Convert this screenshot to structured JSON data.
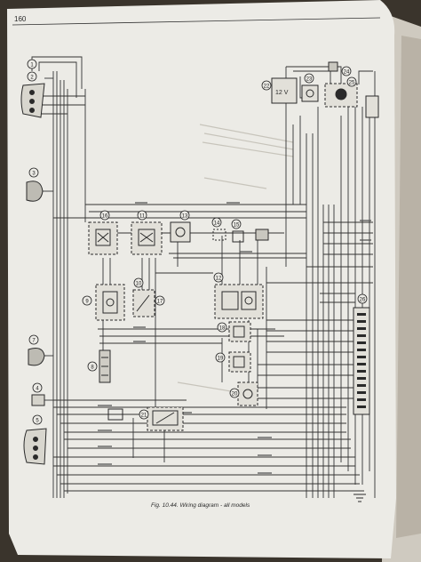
{
  "page": {
    "number": "160",
    "caption": "Fig. 10.44. Wiring diagram - all models"
  },
  "components": [
    {
      "id": "c1",
      "label": "1"
    },
    {
      "id": "c2",
      "label": "2"
    },
    {
      "id": "c3",
      "label": "3"
    },
    {
      "id": "c4",
      "label": "4"
    },
    {
      "id": "c5",
      "label": "5"
    },
    {
      "id": "c7",
      "label": "7"
    },
    {
      "id": "c8",
      "label": "8"
    },
    {
      "id": "c9",
      "label": "9"
    },
    {
      "id": "c10",
      "label": "10"
    },
    {
      "id": "c11",
      "label": "11"
    },
    {
      "id": "c12",
      "label": "12"
    },
    {
      "id": "c13",
      "label": "13"
    },
    {
      "id": "c14",
      "label": "14"
    },
    {
      "id": "c15",
      "label": "15"
    },
    {
      "id": "c16",
      "label": "16"
    },
    {
      "id": "c17",
      "label": "17"
    },
    {
      "id": "c18",
      "label": "18"
    },
    {
      "id": "c19",
      "label": "19"
    },
    {
      "id": "c20",
      "label": "20"
    },
    {
      "id": "c21",
      "label": "21"
    },
    {
      "id": "c22",
      "label": "22"
    },
    {
      "id": "c23",
      "label": "23"
    },
    {
      "id": "c24",
      "label": "24"
    },
    {
      "id": "c25",
      "label": "25"
    },
    {
      "id": "c26",
      "label": "26"
    }
  ],
  "colors": {
    "paper": "#ecebe6",
    "ink": "#2a2a2a",
    "background": "#3a342c"
  }
}
